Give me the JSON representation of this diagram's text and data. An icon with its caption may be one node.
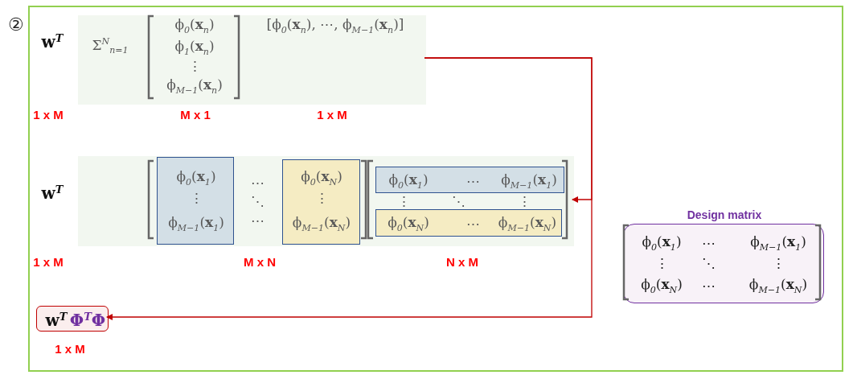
{
  "diagram": {
    "nodes": [
      {
        "text": [],
        "shape": "box"
      },
      {
        "text": [
          "Σ$^{N}$$_{n=1}$",
          "ϕ$_{0}$(**x**$_{n}$)",
          "ϕ$_{1}$(**x**$_{n}$)",
          "⋮",
          "ϕ$_{M−1}$(**x**$_{n}$)",
          "[ϕ$_{0}$(**x**$_{n}$), ⋯, ϕ$_{M−1}$(**x**$_{n}$)]"
        ],
        "in": 0
      },
      {
        "text": [
          "⋯",
          "⋱",
          "⋯",
          "⋮",
          "⋱",
          "⋮"
        ],
        "in": 0
      },
      {
        "text": [
          "ϕ$_{0}$(**x**$_{1}$)",
          "⋮",
          "ϕ$_{M−1}$(**x**$_{1}$)"
        ],
        "in": 2
      },
      {
        "text": [
          "ϕ$_{0}$(**x**$_{N}$)",
          "⋮",
          "ϕ$_{M−1}$(**x**$_{N}$)"
        ],
        "in": 2
      },
      {
        "text": [
          "ϕ$_{0}$(**x**$_{1}$)",
          "⋯",
          "ϕ$_{M−1}$(**x**$_{1}$)"
        ],
        "in": 2
      },
      {
        "text": [
          "ϕ$_{0}$(**x**$_{N}$)",
          "⋯",
          "ϕ$_{M−1}$(**x**$_{N}$)"
        ],
        "in": 2
      },
      {
        "text": [
          "w$^{T}$",
          "Φ$^{T}$Φ"
        ],
        "in": 0
      },
      {
        "text": [
          "Design matrix",
          "ϕ$_{0}$(**x**$_{1}$)",
          "⋯",
          "ϕ$_{M−1}$(**x**$_{1}$)",
          "⋮",
          "⋱",
          "⋮",
          "ϕ$_{0}$(**x**$_{N}$)",
          "⋯",
          "ϕ$_{M−1}$(**x**$_{N}$)"
        ],
        "in": 0
      }
    ],
    "edges": [
      {
        "from": 1,
        "to": 2,
        "arrow": "to",
        "color": "#c00000"
      },
      {
        "from": 1,
        "to": 7,
        "arrow": "to",
        "color": "#c00000"
      }
    ],
    "labels": [
      "②",
      "w$^{T}$",
      "1 x M",
      "M x 1",
      "1 x M",
      "w$^{T}$",
      "1 x M",
      "M x N",
      "N x M",
      "1 x M"
    ]
  }
}
